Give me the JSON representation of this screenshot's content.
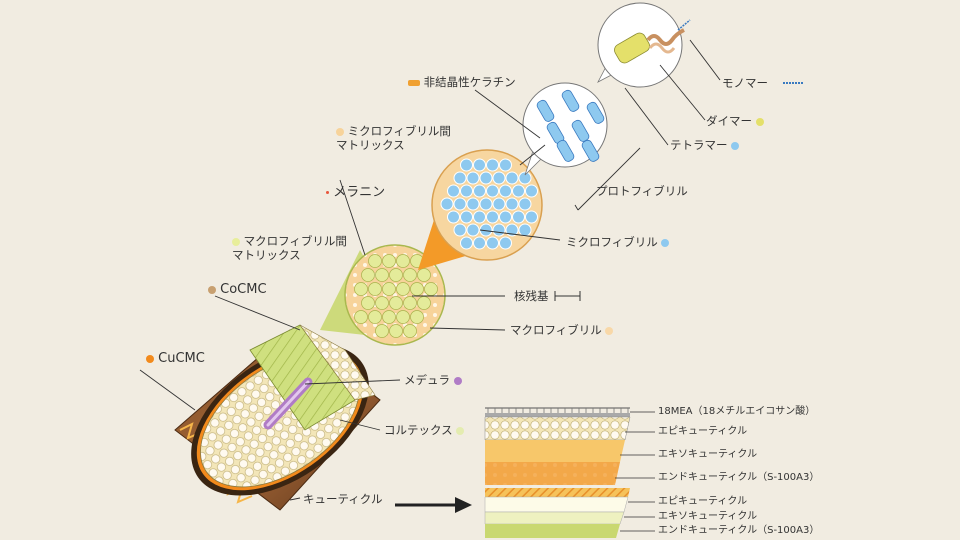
{
  "labels": {
    "monomer": "モノマー",
    "dimer": "ダイマー",
    "tetramer": "テトラマー",
    "amorphous_keratin": "非結晶性ケラチン",
    "micro_matrix_1": "ミクロフィブリル間",
    "micro_matrix_2": "マトリックス",
    "protofibril": "プロトフィブリル",
    "melanin": "メラニン",
    "macro_matrix_1": "マクロフィブリル間",
    "macro_matrix_2": "マトリックス",
    "microfibril": "ミクロフィブリル",
    "nuclear_remnant": "核残基",
    "cocmc": "CoCMC",
    "macrofibril": "マクロフィブリル",
    "cucmc": "CuCMC",
    "medulla": "メデュラ",
    "cortex": "コルテックス",
    "cuticle": "キューティクル"
  },
  "layers_top": {
    "l1": "18MEA（18メチルエイコサン酸）",
    "l2": "エピキューティクル",
    "l3": "エキソキューティクル",
    "l4": "エンドキューティクル（S-100A3）"
  },
  "layers_bottom": {
    "l1": "エピキューティクル",
    "l2": "エキソキューティクル",
    "l3": "エンドキューティクル（S-100A3）"
  },
  "colors": {
    "background": "#f1ece1",
    "microfibril": "#8ec9ef",
    "dimer": "#e4e06a",
    "amorphous": "#f0a030",
    "melanin": "#e8553a",
    "cocmc": "#c8a070",
    "cucmc": "#f28a1c",
    "medulla": "#b07cc6",
    "cortex": "#d7e59a",
    "macrofibril": "#f8d8a8",
    "cone_green": "#c9d870",
    "cone_orange": "#f39a28"
  }
}
